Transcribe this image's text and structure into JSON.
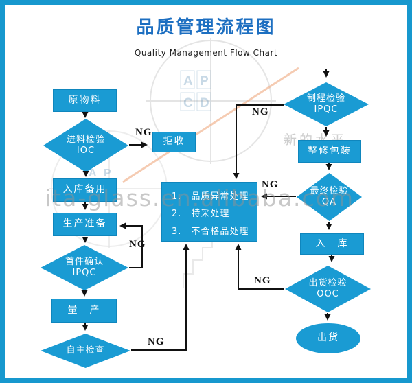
{
  "header": {
    "title": "品质管理流程图",
    "subtitle": "Quality Management Flow Chart"
  },
  "colors": {
    "frame_border": "#1798ce",
    "shape_fill": "#1a9bd3",
    "title_text": "#1d6fc1",
    "node_text": "#ffffff",
    "arrow": "#111111"
  },
  "labels": {
    "ng": "NG"
  },
  "nodes": {
    "raw_material": {
      "label": "原物料"
    },
    "incoming_inspection": {
      "line1": "进料检验",
      "line2": "IOC"
    },
    "reject": {
      "label": "拒收"
    },
    "warehouse_standby": {
      "label": "入库备用"
    },
    "production_prep": {
      "label": "生产准备"
    },
    "first_article_confirm": {
      "line1": "首件确认",
      "line2": "IPQC"
    },
    "mass_production": {
      "label": "量　产"
    },
    "self_inspection": {
      "label": "自主检查"
    },
    "disposition": {
      "item1": "1.　品质异常处理",
      "item2": "2.　特采处理",
      "item3": "3.　不合格品处理"
    },
    "process_inspection": {
      "line1": "制程检验",
      "line2": "IPQC"
    },
    "repair_packing": {
      "label": "整修包装"
    },
    "final_inspection": {
      "line1": "最终检验",
      "line2": "QA"
    },
    "warehouse_in": {
      "label": "入　库"
    },
    "shipping_inspection": {
      "line1": "出货检验",
      "line2": "OOC"
    },
    "shipment": {
      "label": "出货"
    }
  },
  "watermark": {
    "site": "ita-glass.en.alibaba.com",
    "slogan": "新的水平",
    "pdca_a": "A",
    "pdca_p": "P",
    "pdca_c": "C",
    "pdca_d": "D"
  }
}
